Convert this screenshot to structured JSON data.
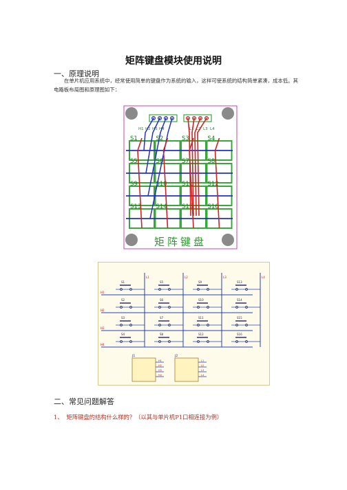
{
  "title": "矩阵键盘模块使用说明",
  "section1": {
    "heading": "一、原理说明",
    "paragraph": "在单片机应用系统中，经常使用简单的键盘作为系统的输入，这样可使系统的结构简单紧凑，成本低。其电路板布局图和原理图如下："
  },
  "pcb": {
    "header_left": [
      "H1",
      "H2",
      "H3",
      "H4"
    ],
    "header_right": [
      "L1",
      "L2",
      "L3",
      "L4"
    ],
    "keys": [
      "S1",
      "S2",
      "S3",
      "S4",
      "S5",
      "S6",
      "S7",
      "S8",
      "S9",
      "S10",
      "S11",
      "S12",
      "S13",
      "S14",
      "S15",
      "S16"
    ],
    "board_label": "矩阵键盘",
    "colors": {
      "pad": "#38a838",
      "top_trace": "#d42020",
      "bottom_trace": "#2030c8",
      "outline": "#d040a0"
    }
  },
  "schematic": {
    "columns": [
      [
        "S1",
        "S2",
        "S3",
        "S4"
      ],
      [
        "S5",
        "S6",
        "S7",
        "S8"
      ],
      [
        "S9",
        "S10",
        "S11",
        "S12"
      ],
      [
        "S13",
        "S14",
        "S15",
        "S16"
      ]
    ],
    "row_nets": [
      "H1",
      "H2",
      "H3",
      "H4"
    ],
    "col_nets": [
      "L1",
      "L2",
      "L3",
      "L4"
    ],
    "connectors": [
      "J1",
      "J2"
    ]
  },
  "section2": {
    "heading": "二、常见问题解答",
    "question_number": "1、",
    "question": "矩阵键盘的结构什么样的？（以其与单片机P1口相连接为例）"
  }
}
